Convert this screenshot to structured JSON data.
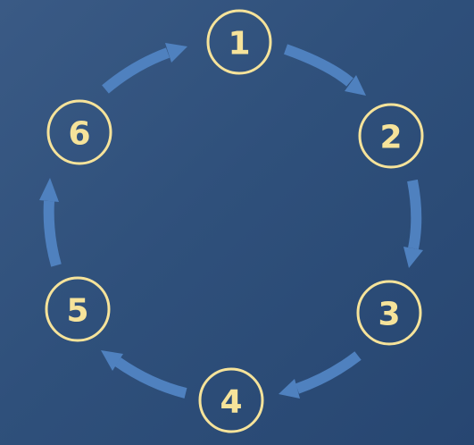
{
  "diagram": {
    "type": "cycle",
    "direction": "clockwise",
    "colors": {
      "background": "#2f507b",
      "node_outline": "#f6e39a",
      "node_text": "#f6e39a",
      "arrow": "#4f81bf"
    },
    "steps": [
      {
        "label": "1"
      },
      {
        "label": "2"
      },
      {
        "label": "3"
      },
      {
        "label": "4"
      },
      {
        "label": "5"
      },
      {
        "label": "6"
      }
    ]
  }
}
